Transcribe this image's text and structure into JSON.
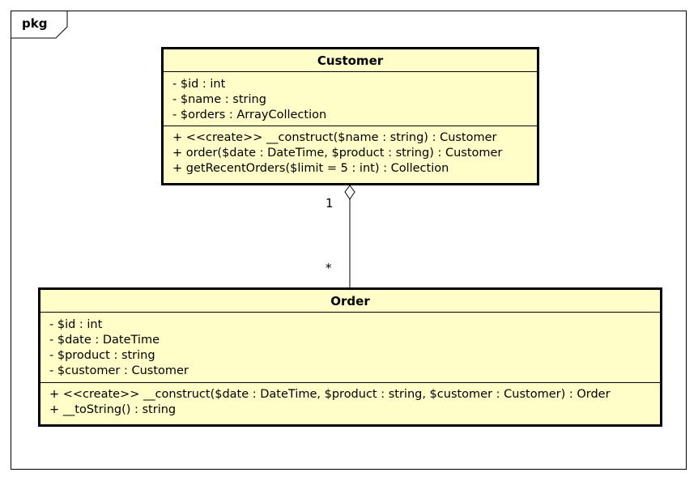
{
  "package": {
    "label": "pkg"
  },
  "classes": {
    "customer": {
      "name": "Customer",
      "attributes": [
        "- $id : int",
        "- $name : string",
        "- $orders : ArrayCollection"
      ],
      "operations": [
        "+ <<create>> __construct($name : string) : Customer",
        "+ order($date : DateTime, $product : string) : Customer",
        "+ getRecentOrders($limit = 5 : int) : Collection"
      ]
    },
    "order": {
      "name": "Order",
      "attributes": [
        "- $id : int",
        "- $date : DateTime",
        "- $product : string",
        "- $customer : Customer"
      ],
      "operations": [
        "+ <<create>> __construct($date : DateTime, $product : string, $customer : Customer) : Order",
        "+ __toString() : string"
      ]
    }
  },
  "relationship": {
    "type": "aggregation",
    "source_multiplicity": "1",
    "target_multiplicity": "*"
  },
  "colors": {
    "class_fill": "#fffec8",
    "line": "#000000",
    "background": "#ffffff"
  }
}
